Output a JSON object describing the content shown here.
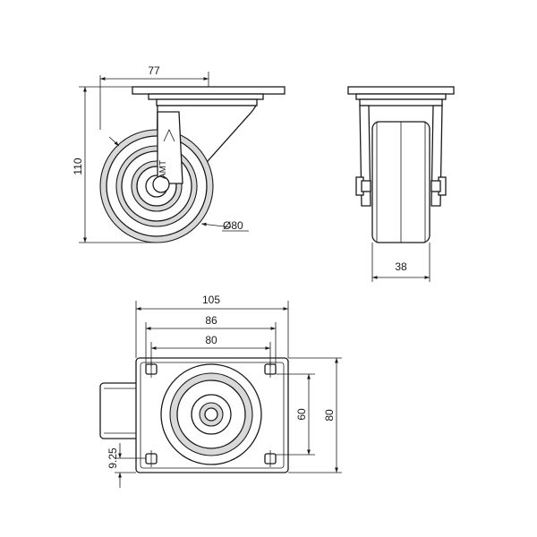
{
  "dimensions": {
    "overall_width": "77",
    "overall_height": "110",
    "wheel_diameter": "Ø80",
    "wheel_width": "38",
    "plate_length": "105",
    "hole_spacing_long": "86",
    "hole_spacing_long_inner": "80",
    "plate_width": "80",
    "hole_spacing_short": "60",
    "hole_offset": "9.25"
  },
  "brand_mark": "AMT"
}
